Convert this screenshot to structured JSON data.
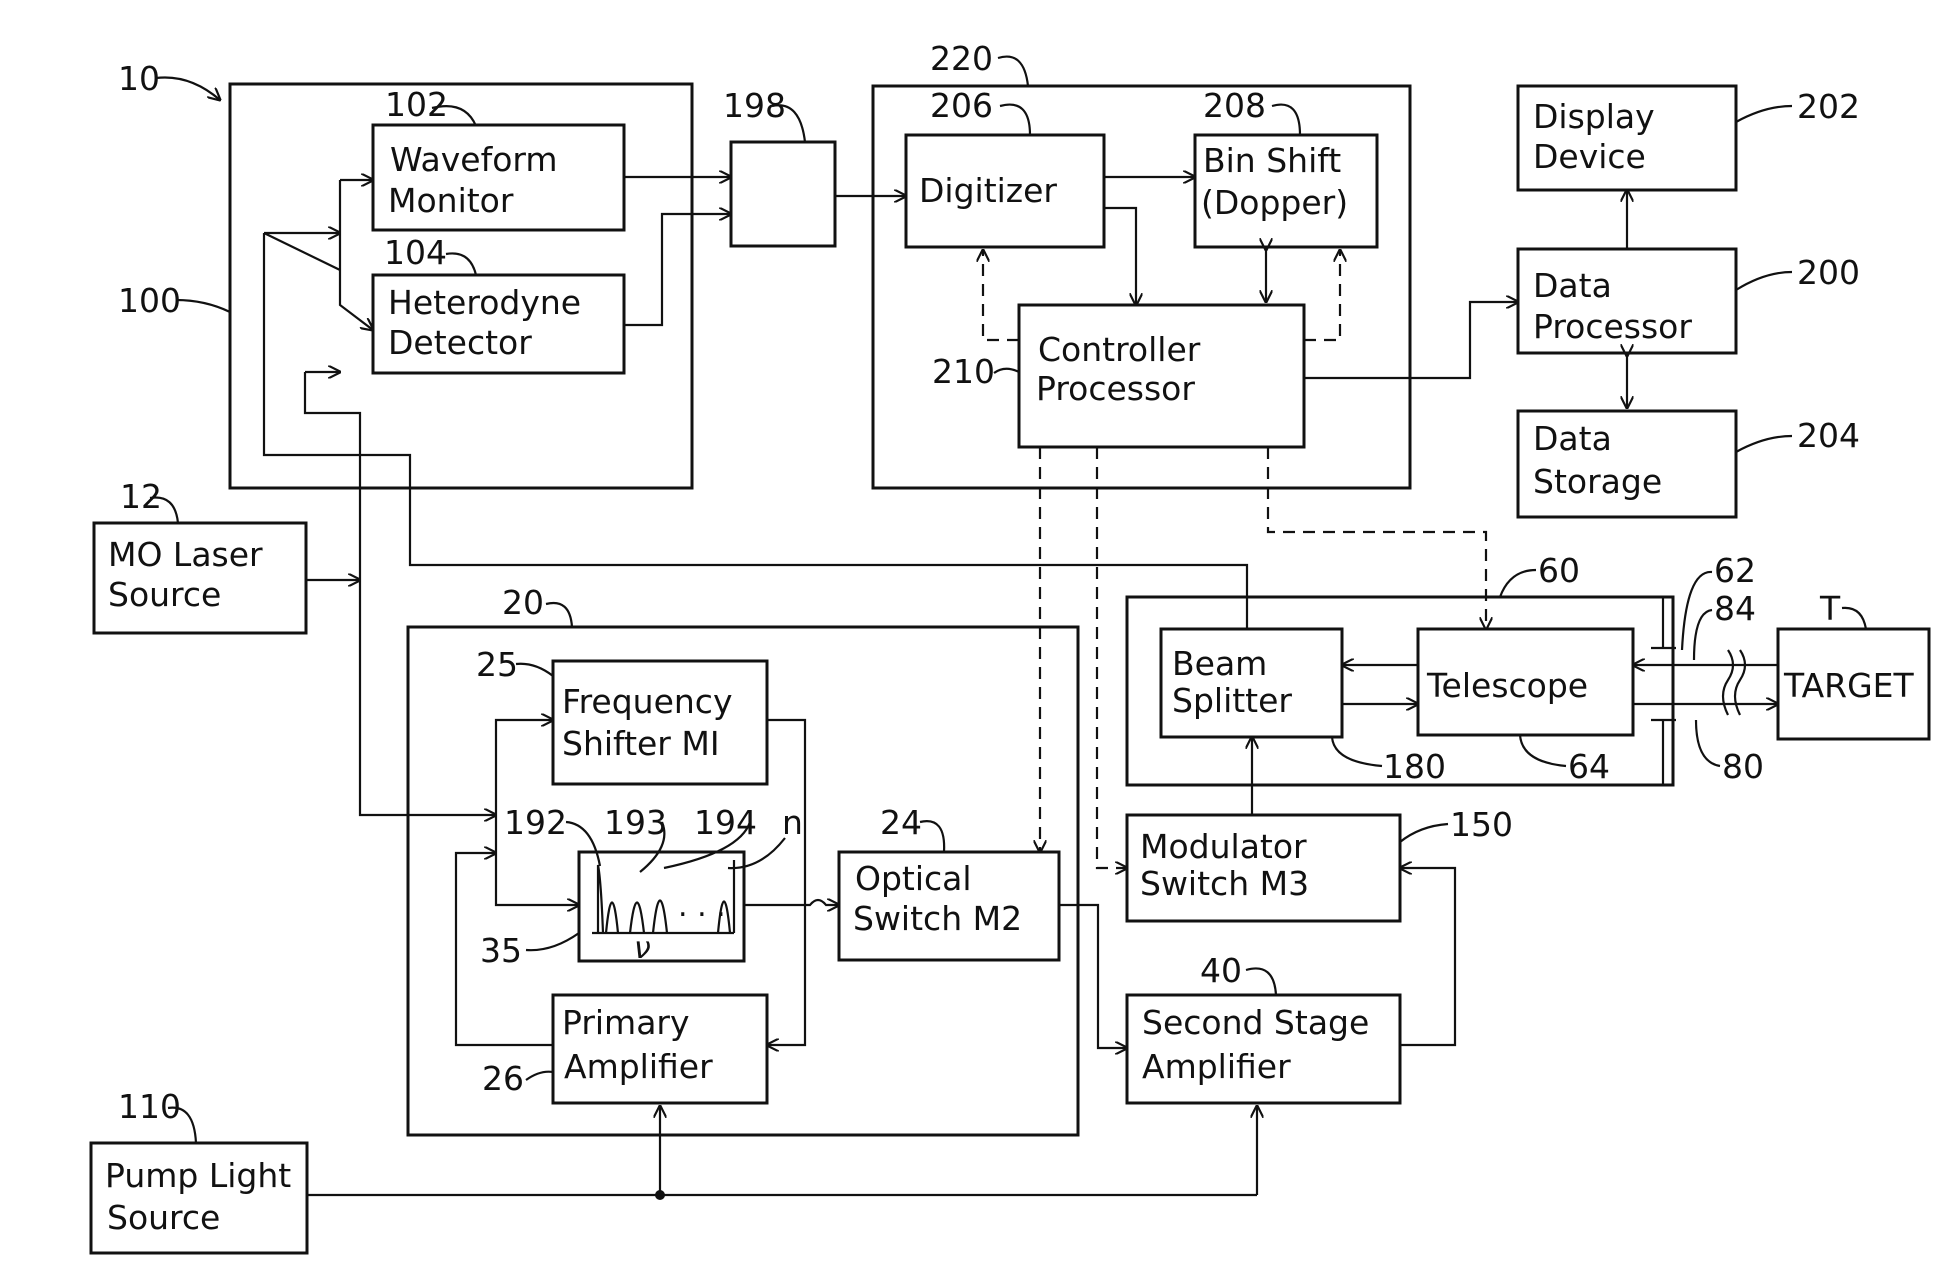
{
  "blocks": {
    "waveform_monitor": [
      "Waveform",
      "Monitor"
    ],
    "heterodyne_detector": [
      "Heterodyne",
      "Detector"
    ],
    "digitizer": [
      "Digitizer"
    ],
    "bin_shift": [
      "Bin Shift",
      "(Dopper)"
    ],
    "controller_processor": [
      "Controller",
      "Processor"
    ],
    "display_device": [
      "Display",
      "Device"
    ],
    "data_processor": [
      "Data",
      "Processor"
    ],
    "data_storage": [
      "Data",
      "Storage"
    ],
    "mo_laser_source": [
      "MO Laser",
      "Source"
    ],
    "frequency_shifter": [
      "Frequency",
      "Shifter MI"
    ],
    "optical_switch": [
      "Optical",
      "Switch M2"
    ],
    "primary_amplifier": [
      "Primary",
      "Amplifier"
    ],
    "beam_splitter": [
      "Beam",
      "Splitter"
    ],
    "telescope": [
      "Telescope"
    ],
    "target": [
      "TARGET"
    ],
    "modulator_switch": [
      "Modulator",
      "Switch M3"
    ],
    "second_stage_amplifier": [
      "Second Stage",
      "Amplifier"
    ],
    "pump_light_source": [
      "Pump Light",
      "Source"
    ]
  },
  "refs": {
    "r10": "10",
    "r100": "100",
    "r102": "102",
    "r104": "104",
    "r198": "198",
    "r220": "220",
    "r206": "206",
    "r208": "208",
    "r210": "210",
    "r202": "202",
    "r200": "200",
    "r204": "204",
    "r12": "12",
    "r20": "20",
    "r25": "25",
    "r192": "192",
    "r193": "193",
    "r194": "194",
    "rn": "n",
    "r24": "24",
    "r35": "35",
    "r26": "26",
    "r110": "110",
    "r60": "60",
    "r62": "62",
    "r84": "84",
    "rT": "T",
    "r180": "180",
    "r64": "64",
    "r80": "80",
    "r150": "150",
    "r40": "40"
  },
  "spectrum_axis_label": "ν"
}
